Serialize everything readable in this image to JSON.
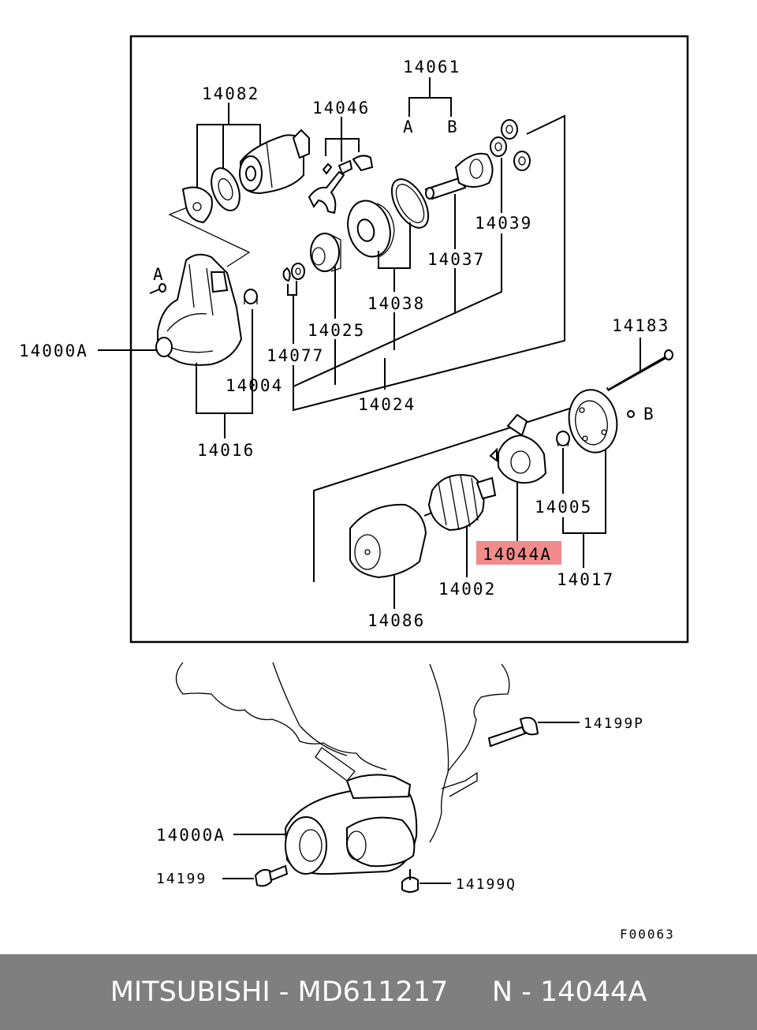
{
  "labels": {
    "p14061": "14061",
    "p14061_a": "A",
    "p14061_b": "B",
    "p14082": "14082",
    "p14046": "14046",
    "p14039": "14039",
    "p14037": "14037",
    "p14038": "14038",
    "p14025": "14025",
    "p14077": "14077",
    "p14004": "14004",
    "p14024": "14024",
    "p14016": "14016",
    "p14000a_top": "14000A",
    "screw_a": "A",
    "p14183": "14183",
    "screw_b": "B",
    "p14005": "14005",
    "p14044a": "14044A",
    "p14017": "14017",
    "p14002": "14002",
    "p14086": "14086",
    "p14199p": "14199P",
    "p14000a_bottom": "14000A",
    "p14199": "14199",
    "p14199q": "14199Q",
    "figure_code": "F00063"
  },
  "highlight_color": "#f28b8b",
  "footer": {
    "text": "MITSUBISHI - MD611217     N - 14044A",
    "background": "#7f7f7f"
  }
}
